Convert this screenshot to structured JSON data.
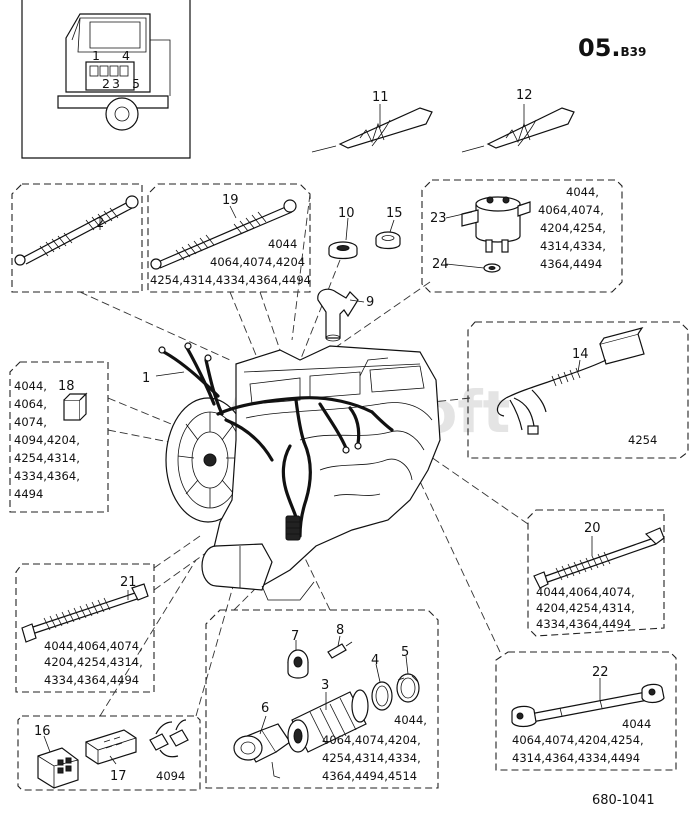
{
  "page": {
    "number": "05.",
    "subsection": "B39"
  },
  "drawing_number": "680-1041",
  "watermark": "AutoSoft",
  "callouts": {
    "c1": "1",
    "c2": "2",
    "c3": "3",
    "c4": "4",
    "c5": "5",
    "c6": "6",
    "c7": "7",
    "c8": "8",
    "c9": "9",
    "c10": "10",
    "c11": "11",
    "c12": "12",
    "c14": "14",
    "c15": "15",
    "c16": "16",
    "c17": "17",
    "c18": "18",
    "c19": "19",
    "c20": "20",
    "c21": "21",
    "c22": "22",
    "c23": "23",
    "c24": "24"
  },
  "codes": {
    "box18": [
      "4044,",
      "4064,",
      "4074,",
      "4094,4204,",
      "4254,4314,",
      "4334,4364,",
      "4494"
    ],
    "box19": [
      "4044",
      "4064,4074,4204",
      "4254,4314,4334,4364,4494"
    ],
    "box23": [
      "4044,",
      "4064,4074,",
      "4204,4254,",
      "4314,4334,",
      "4364,4494"
    ],
    "box14": [
      "4254"
    ],
    "box20": [
      "4044,4064,4074,",
      "4204,4254,4314,",
      "4334,4364,4494"
    ],
    "box21": [
      "4044,4064,4074,",
      "4204,4254,4314,",
      "4334,4364,4494"
    ],
    "box3": [
      "4044,",
      "4064,4074,4204,",
      "4254,4314,4334,",
      "4364,4494,4514"
    ],
    "box22": [
      "4044",
      "4064,4074,4204,4254,",
      "4314,4364,4334,4494"
    ],
    "box17": [
      "4094"
    ]
  },
  "vehicle_diagram_numbers": [
    "1",
    "2",
    "3",
    "4",
    "5"
  ]
}
